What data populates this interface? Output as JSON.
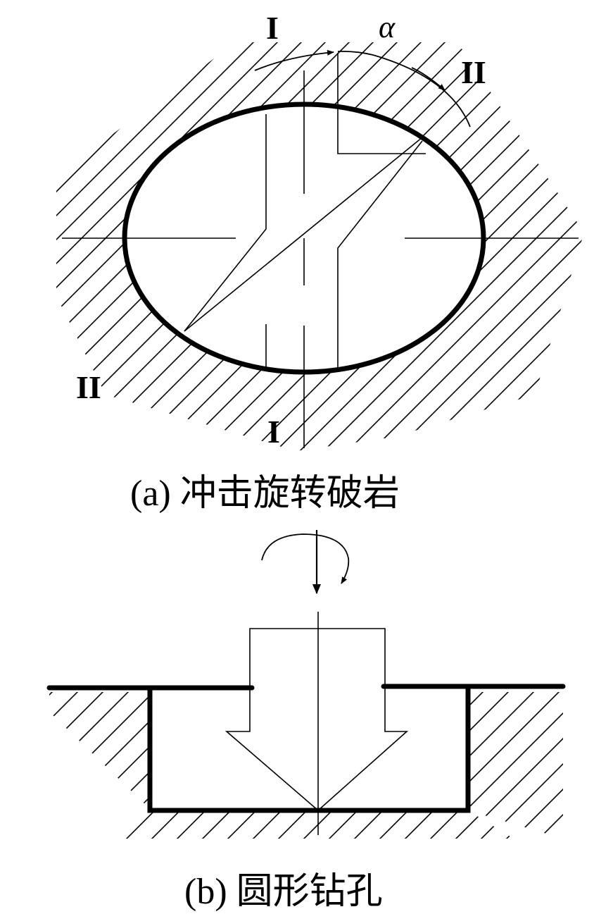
{
  "panel_a": {
    "caption": "(a) 冲击旋转破岩",
    "label_I_top": "I",
    "label_I_bottom": "I",
    "label_II_right": "II",
    "label_II_left": "II",
    "angle_symbol": "α"
  },
  "panel_b": {
    "caption": "(b) 圆形钻孔"
  },
  "colors": {
    "ink": "#000000",
    "background": "#ffffff"
  }
}
